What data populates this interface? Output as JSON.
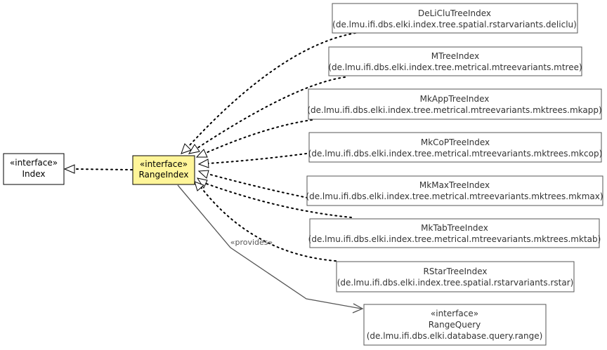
{
  "nodes": {
    "index": {
      "stereotype": "«interface»",
      "name": "Index"
    },
    "range_index": {
      "stereotype": "«interface»",
      "name": "RangeIndex"
    },
    "range_query": {
      "stereotype": "«interface»",
      "name": "RangeQuery",
      "package": "(de.lmu.ifi.dbs.elki.database.query.range)"
    },
    "implementations": [
      {
        "name": "DeLiCluTreeIndex",
        "package": "(de.lmu.ifi.dbs.elki.index.tree.spatial.rstarvariants.deliclu)"
      },
      {
        "name": "MTreeIndex",
        "package": "(de.lmu.ifi.dbs.elki.index.tree.metrical.mtreevariants.mtree)"
      },
      {
        "name": "MkAppTreeIndex",
        "package": "(de.lmu.ifi.dbs.elki.index.tree.metrical.mtreevariants.mktrees.mkapp)"
      },
      {
        "name": "MkCoPTreeIndex",
        "package": "(de.lmu.ifi.dbs.elki.index.tree.metrical.mtreevariants.mktrees.mkcop)"
      },
      {
        "name": "MkMaxTreeIndex",
        "package": "(de.lmu.ifi.dbs.elki.index.tree.metrical.mtreevariants.mktrees.mkmax)"
      },
      {
        "name": "MkTabTreeIndex",
        "package": "(de.lmu.ifi.dbs.elki.index.tree.metrical.mtreevariants.mktrees.mktab)"
      },
      {
        "name": "RStarTreeIndex",
        "package": "(de.lmu.ifi.dbs.elki.index.tree.spatial.rstarvariants.rstar)"
      }
    ]
  },
  "edges": {
    "provides_label": "«provides»"
  },
  "colors": {
    "highlight_fill": "#fff599",
    "box_border": "#000000",
    "dependency_line": "#555555"
  }
}
